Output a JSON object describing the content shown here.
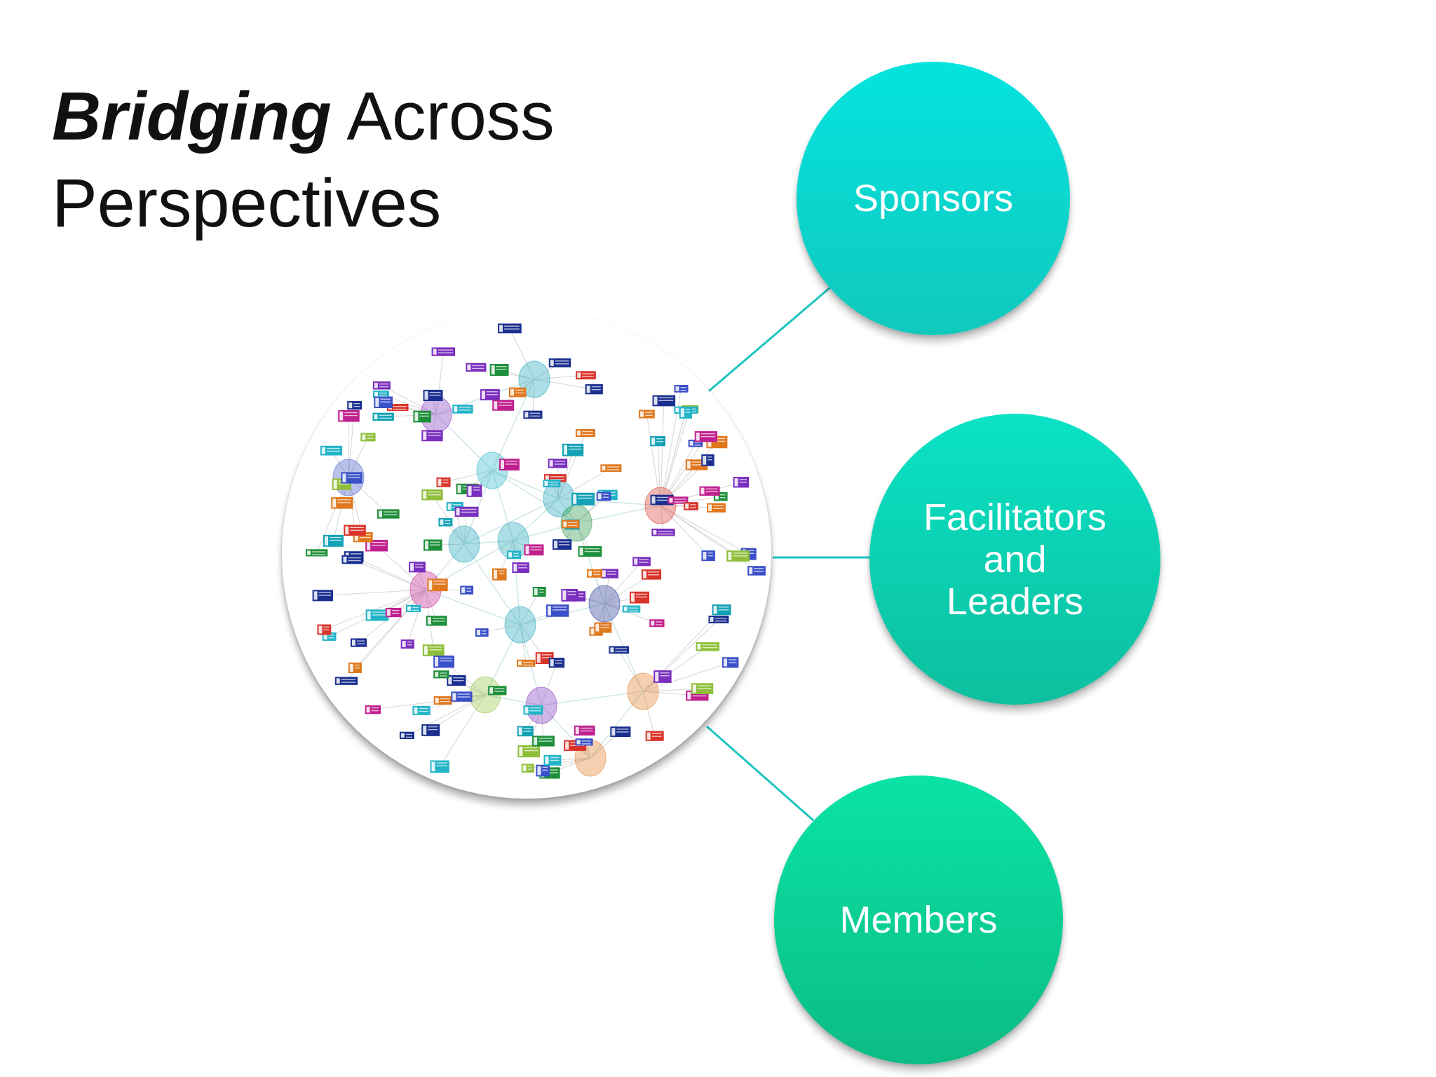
{
  "title": {
    "emphasis": "Bridging",
    "rest_line1": " Across",
    "line2": "Perspectives"
  },
  "nodes": [
    {
      "id": "sponsors",
      "label": "Sponsors"
    },
    {
      "id": "facilitators",
      "label": "Facilitators\nand\nLeaders"
    },
    {
      "id": "members",
      "label": "Members"
    }
  ],
  "colors": {
    "connector": "#1fc3c0",
    "sponsors": "#07d6d0",
    "facilitators": "#0ccfb1",
    "members": "#0bcf95",
    "network_palette": [
      "#7b2fbe",
      "#c0208e",
      "#3a50c8",
      "#13a1b5",
      "#1e8f3a",
      "#d9342b",
      "#e0781e",
      "#1a2f8f",
      "#8fbf3a",
      "#23b4c8"
    ]
  },
  "network_image": {
    "description_icon": "network-graph-image"
  }
}
